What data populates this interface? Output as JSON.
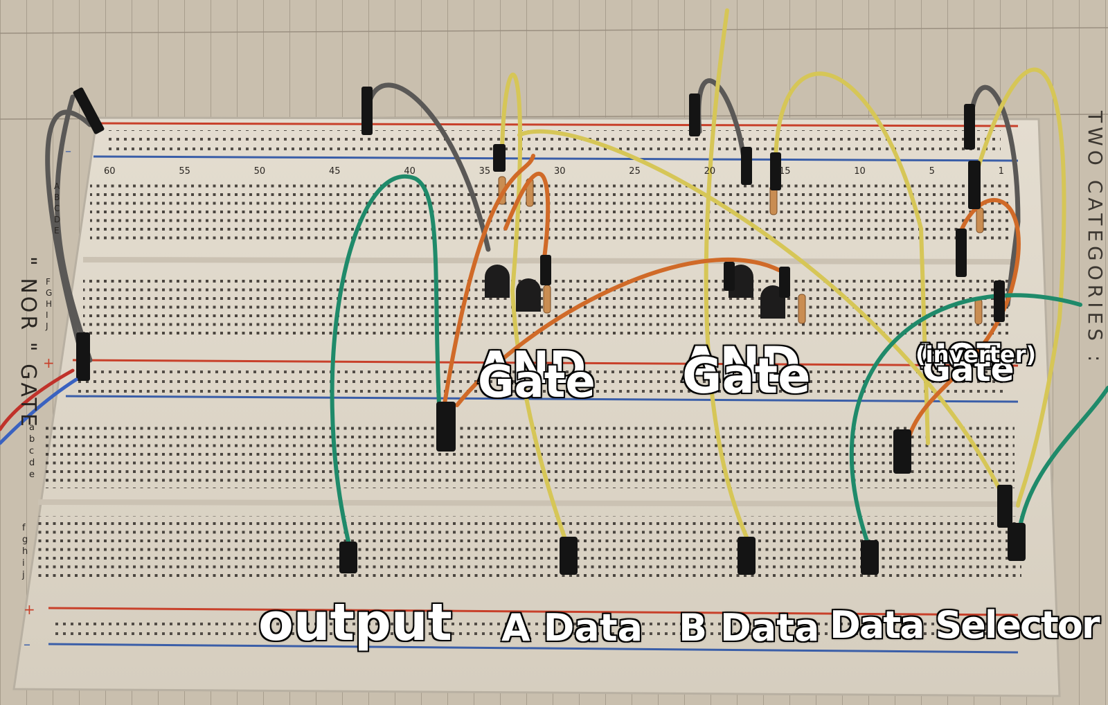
{
  "labels": {
    "and_gate_1": [
      "AND",
      "Gate"
    ],
    "and_gate_2": [
      "AND",
      "Gate"
    ],
    "not_gate": [
      "NOT",
      "Gate",
      "(inverter)"
    ],
    "output": "output",
    "a_data": "A Data",
    "b_data": "B Data",
    "data_selector": "Data Selector"
  },
  "paper_text": {
    "left_margin": "\" NOR \" GATE",
    "right_margin": "TWO CATEGORIES :"
  },
  "breadboard": {
    "column_numbers": [
      "60",
      "55",
      "50",
      "45",
      "40",
      "35",
      "30",
      "25",
      "20",
      "15",
      "10",
      "5",
      "1"
    ],
    "row_letters_top": [
      "A",
      "B",
      "C",
      "D",
      "E"
    ],
    "row_letters_mid": [
      "F",
      "G",
      "H",
      "I",
      "J"
    ],
    "row_letters_lower": [
      "a",
      "b",
      "c",
      "d",
      "e"
    ],
    "row_letters_bottom": [
      "f",
      "g",
      "h",
      "i",
      "j"
    ],
    "rail_plus": "+",
    "rail_minus": "–"
  },
  "colors": {
    "paper": "#c8bcaa",
    "board": "#e6e0d4",
    "red_rail": "#c8402a",
    "blue_rail": "#3a5ea8",
    "wire_gray": "#5a5856",
    "wire_yellow": "#d8c85a",
    "wire_orange": "#d06a28",
    "wire_green": "#1f8a6a"
  }
}
